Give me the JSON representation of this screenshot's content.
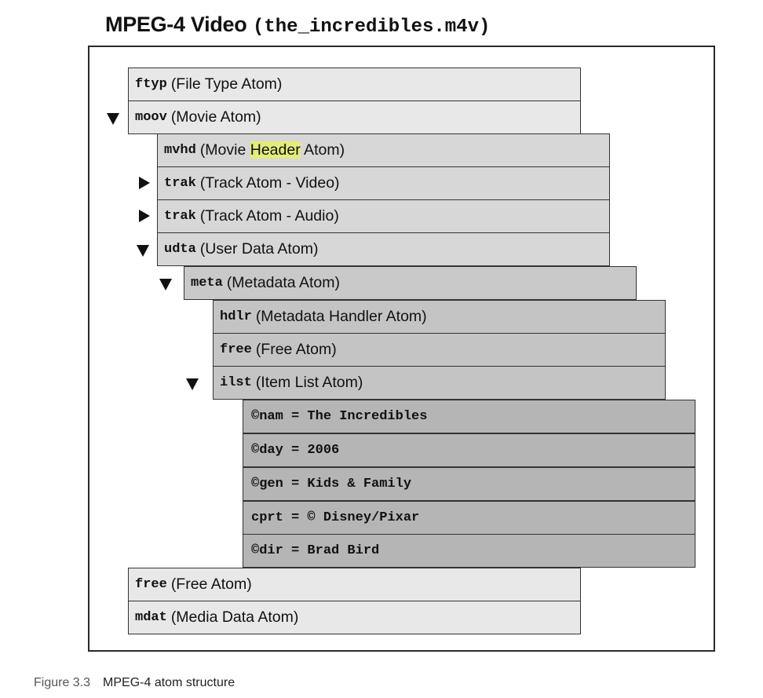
{
  "title": {
    "main": "MPEG-4 Video",
    "file": "(the_incredibles.m4v)"
  },
  "atoms": {
    "ftyp": {
      "code": "ftyp",
      "desc": "(File Type Atom)"
    },
    "moov": {
      "code": "moov",
      "desc": "(Movie Atom)",
      "expanded": true
    },
    "mvhd": {
      "code": "mvhd",
      "desc_before": "(Movie ",
      "desc_highlight": "Header",
      "desc_after": " Atom)"
    },
    "trak_video": {
      "code": "trak",
      "desc": "(Track Atom - Video)",
      "expanded": false
    },
    "trak_audio": {
      "code": "trak",
      "desc": "(Track Atom - Audio)",
      "expanded": false
    },
    "udta": {
      "code": "udta",
      "desc": "(User Data Atom)",
      "expanded": true
    },
    "meta": {
      "code": "meta",
      "desc": "(Metadata Atom)",
      "expanded": true
    },
    "hdlr": {
      "code": "hdlr",
      "desc": "(Metadata Handler Atom)"
    },
    "free_inner": {
      "code": "free",
      "desc": "(Free Atom)"
    },
    "ilst": {
      "code": "ilst",
      "desc": "(Item List Atom)",
      "expanded": true
    },
    "items": [
      "©nam = The Incredibles",
      "©day = 2006",
      "©gen = Kids & Family",
      "cprt = © Disney/Pixar",
      "©dir = Brad Bird"
    ],
    "free_outer": {
      "code": "free",
      "desc": "(Free Atom)"
    },
    "mdat": {
      "code": "mdat",
      "desc": "(Media Data Atom)"
    }
  },
  "caption": {
    "number": "Figure 3.3",
    "text": "MPEG-4 atom structure"
  },
  "colors": {
    "highlight": "#e3ec7c",
    "level0": "#e8e8e8",
    "level1": "#d7d7d7",
    "level2": "#c9c9c9",
    "level3": "#c4c4c4",
    "level4": "#b5b5b5"
  }
}
